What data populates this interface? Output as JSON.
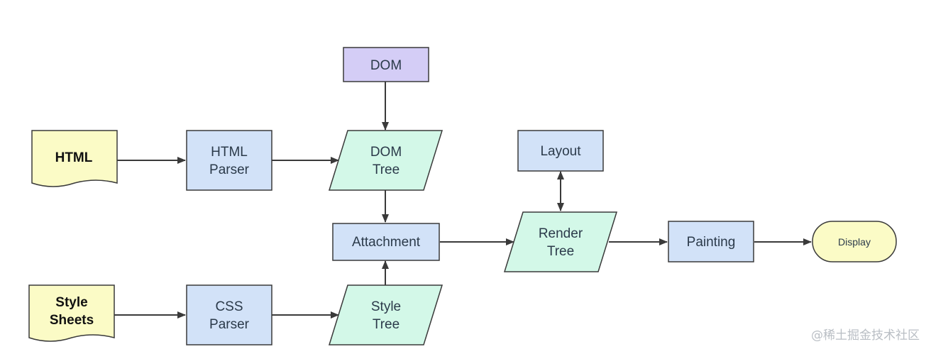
{
  "nodes": {
    "dom": "DOM",
    "html": "HTML",
    "html_parser": [
      "HTML",
      "Parser"
    ],
    "dom_tree": [
      "DOM",
      "Tree"
    ],
    "layout": "Layout",
    "attachment": "Attachment",
    "render_tree": [
      "Render",
      "Tree"
    ],
    "painting": "Painting",
    "display": "Display",
    "style_sheets": [
      "Style",
      "Sheets"
    ],
    "css_parser": [
      "CSS",
      "Parser"
    ],
    "style_tree": [
      "Style",
      "Tree"
    ]
  },
  "colors": {
    "document": "#fbfbc6",
    "process": "#d2e2f8",
    "data": "#d3f8e8",
    "source": "#d4cdf6",
    "terminal": "#fbfbc6",
    "stroke": "#3a3a3a"
  },
  "watermark": "@稀土掘金技术社区"
}
